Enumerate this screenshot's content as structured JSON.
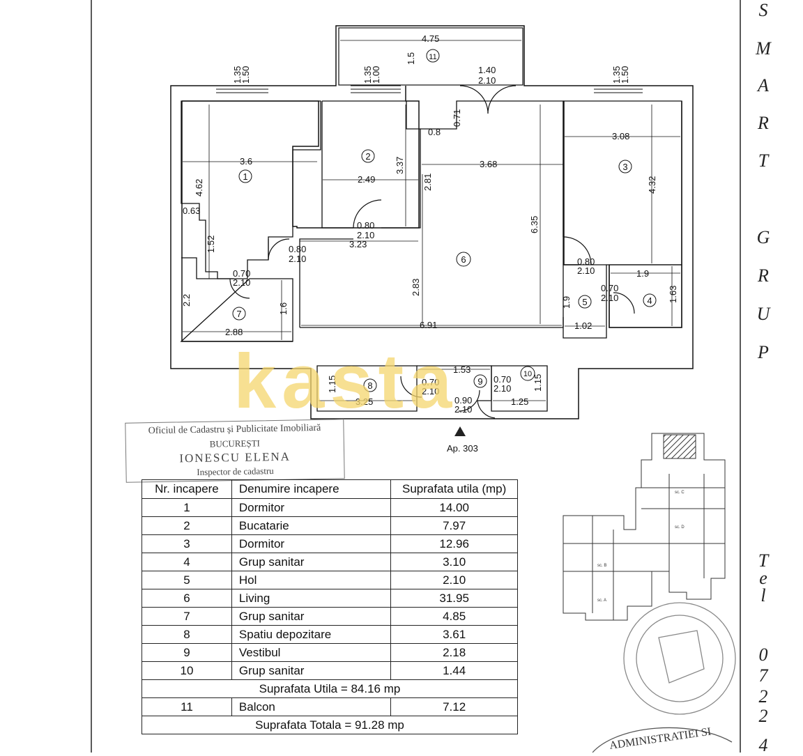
{
  "plan": {
    "rooms": [
      {
        "num": "1"
      },
      {
        "num": "2"
      },
      {
        "num": "3"
      },
      {
        "num": "4"
      },
      {
        "num": "5"
      },
      {
        "num": "6"
      },
      {
        "num": "7"
      },
      {
        "num": "8"
      },
      {
        "num": "9"
      },
      {
        "num": "10"
      },
      {
        "num": "11"
      }
    ],
    "dims": {
      "balcony_w": "4.75",
      "balcony_d": "1.5",
      "win1_top": "1.35",
      "win1_bot": "1.50",
      "win2_top": "1.35",
      "win2_bot": "1.00",
      "win3_top": "1.35",
      "win3_bot": "1.50",
      "door_main_w": "1.40",
      "door_main_h": "2.10",
      "d071": "0.71",
      "d08": "0.8",
      "r1_w": "3.6",
      "r1_h": "4.62",
      "d063": "0.63",
      "d152": "1.52",
      "r2_w": "2.49",
      "r2_h": "3.37",
      "d281": "2.81",
      "liv_w": "3.68",
      "liv_h": "6.35",
      "r3_w": "3.08",
      "r3_h": "4.32",
      "door_r2_w": "0.80",
      "door_r2_h": "2.10",
      "d323": "3.23",
      "door_r1_w": "0.80",
      "door_r1_h": "2.10",
      "door_r7_w": "0.70",
      "door_r7_h": "2.10",
      "r7_h": "2.2",
      "r7_h2": "1.6",
      "r7_w": "2.88",
      "liv_h2": "2.83",
      "liv_w2": "6.91",
      "door_r3_w": "0.80",
      "door_r3_h": "2.10",
      "r4_w": "1.9",
      "r4_h": "1.63",
      "door_r4_w": "0.70",
      "door_r4_h": "2.10",
      "r5_h": "1.9",
      "r5_w": "1.02",
      "r8_h": "1.15",
      "r8_w": "3.25",
      "door_r8_w": "0.70",
      "door_r8_h": "2.10",
      "r9_w": "1.53",
      "door_r10_w": "0.70",
      "door_r10_h": "2.10",
      "r10_h": "1.15",
      "r10_w": "1.25",
      "door_ent_w": "0.90",
      "door_ent_h": "2.10"
    },
    "apartment_label": "Ap. 303"
  },
  "watermark": "kasta",
  "stamp": {
    "line1": "Oficiul de Cadastru și Publicitate Imobiliară",
    "line2": "BUCUREȘTI",
    "line3": "IONESCU ELENA",
    "line4": "Inspector de cadastru"
  },
  "brand_letters": [
    "S",
    "M",
    "A",
    "R",
    "T",
    "G",
    "R",
    "U",
    "P",
    "T",
    "e",
    "l",
    "0",
    "7",
    "2",
    "2",
    "4"
  ],
  "table": {
    "headers": [
      "Nr. incapere",
      "Denumire incapere",
      "Suprafata utila (mp)"
    ],
    "rows": [
      {
        "nr": "1",
        "name": "Dormitor",
        "area": "14.00"
      },
      {
        "nr": "2",
        "name": "Bucatarie",
        "area": "7.97"
      },
      {
        "nr": "3",
        "name": "Dormitor",
        "area": "12.96"
      },
      {
        "nr": "4",
        "name": "Grup sanitar",
        "area": "3.10"
      },
      {
        "nr": "5",
        "name": "Hol",
        "area": "2.10"
      },
      {
        "nr": "6",
        "name": "Living",
        "area": "31.95"
      },
      {
        "nr": "7",
        "name": "Grup sanitar",
        "area": "4.85"
      },
      {
        "nr": "8",
        "name": "Spatiu depozitare",
        "area": "3.61"
      },
      {
        "nr": "9",
        "name": "Vestibul",
        "area": "2.18"
      },
      {
        "nr": "10",
        "name": "Grup sanitar",
        "area": "1.44"
      }
    ],
    "useful_total": "Suprafata Utila = 84.16 mp",
    "balcony_row": {
      "nr": "11",
      "name": "Balcon",
      "area": "7.12"
    },
    "grand_total": "Suprafata Totala = 91.28 mp"
  },
  "minimap": {
    "labels": [
      "sc. C",
      "sc. D",
      "sc. B",
      "sc. A"
    ]
  },
  "seal": {
    "text": "ADMINISTRATIEI SI"
  }
}
